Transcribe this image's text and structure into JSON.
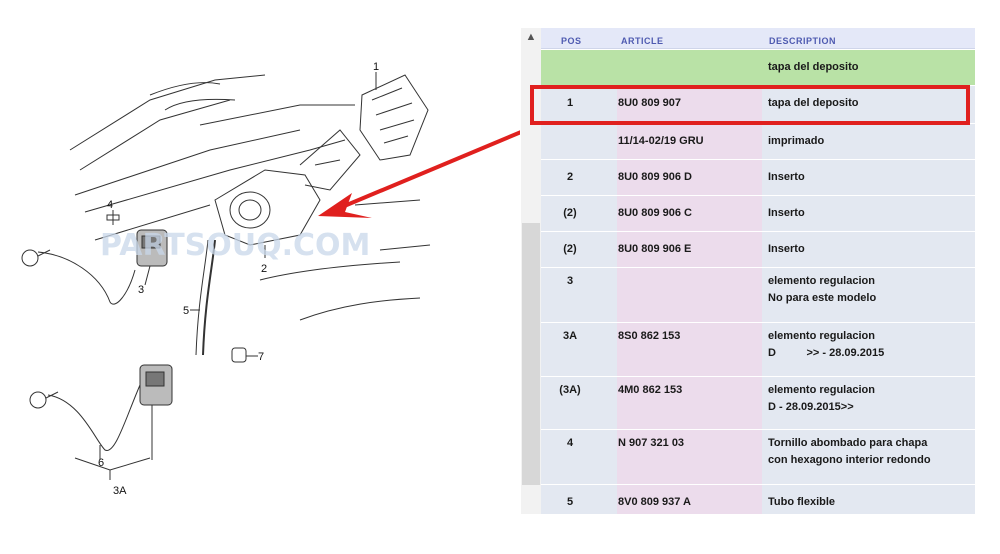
{
  "watermark": "PARTSOUQ.COM",
  "diagram": {
    "callouts": [
      "1",
      "2",
      "3",
      "4",
      "5",
      "6",
      "7",
      "3A"
    ]
  },
  "table": {
    "headers": {
      "pos": "POS",
      "article": "ARTICLE",
      "description": "DESCRIPTION"
    },
    "rows": [
      {
        "pos": "",
        "article": "",
        "description": "tapa del deposito",
        "style": "green"
      },
      {
        "pos": "1",
        "article": "8U0 809 907",
        "description": "tapa del deposito",
        "style": "normal"
      },
      {
        "pos": "",
        "article": "11/14-02/19    GRU",
        "description": "imprimado",
        "style": "normal"
      },
      {
        "pos": "2",
        "article": "8U0 809 906 D",
        "description": "Inserto",
        "style": "normal"
      },
      {
        "pos": "(2)",
        "article": "8U0 809 906 C",
        "description": "Inserto",
        "style": "normal"
      },
      {
        "pos": "(2)",
        "article": "8U0 809 906 E",
        "description": "Inserto",
        "style": "normal"
      },
      {
        "pos": "3",
        "article": "",
        "description": "elemento regulacion\nNo para este modelo",
        "style": "normal"
      },
      {
        "pos": "3A",
        "article": "8S0 862 153",
        "description": "elemento regulacion\nD          >> - 28.09.2015",
        "style": "normal"
      },
      {
        "pos": "(3A)",
        "article": "4M0 862 153",
        "description": "elemento regulacion\nD - 28.09.2015>>",
        "style": "normal"
      },
      {
        "pos": "4",
        "article": "N  907 321 03",
        "description": "Tornillo abombado para chapa\ncon hexagono interior redondo",
        "style": "normal"
      },
      {
        "pos": "5",
        "article": "8V0 809 937 A",
        "description": "Tubo flexible",
        "style": "normal"
      }
    ]
  },
  "colors": {
    "highlight": "#e0201e",
    "header_text": "#4e5ab0",
    "header_bg": "#e4e8f8",
    "green_row": "#b9e2a6",
    "row_bg": "#e3e8f1",
    "article_bg": "#ecdcec"
  },
  "icons": {
    "scroll_up": "chevron-up-icon"
  }
}
